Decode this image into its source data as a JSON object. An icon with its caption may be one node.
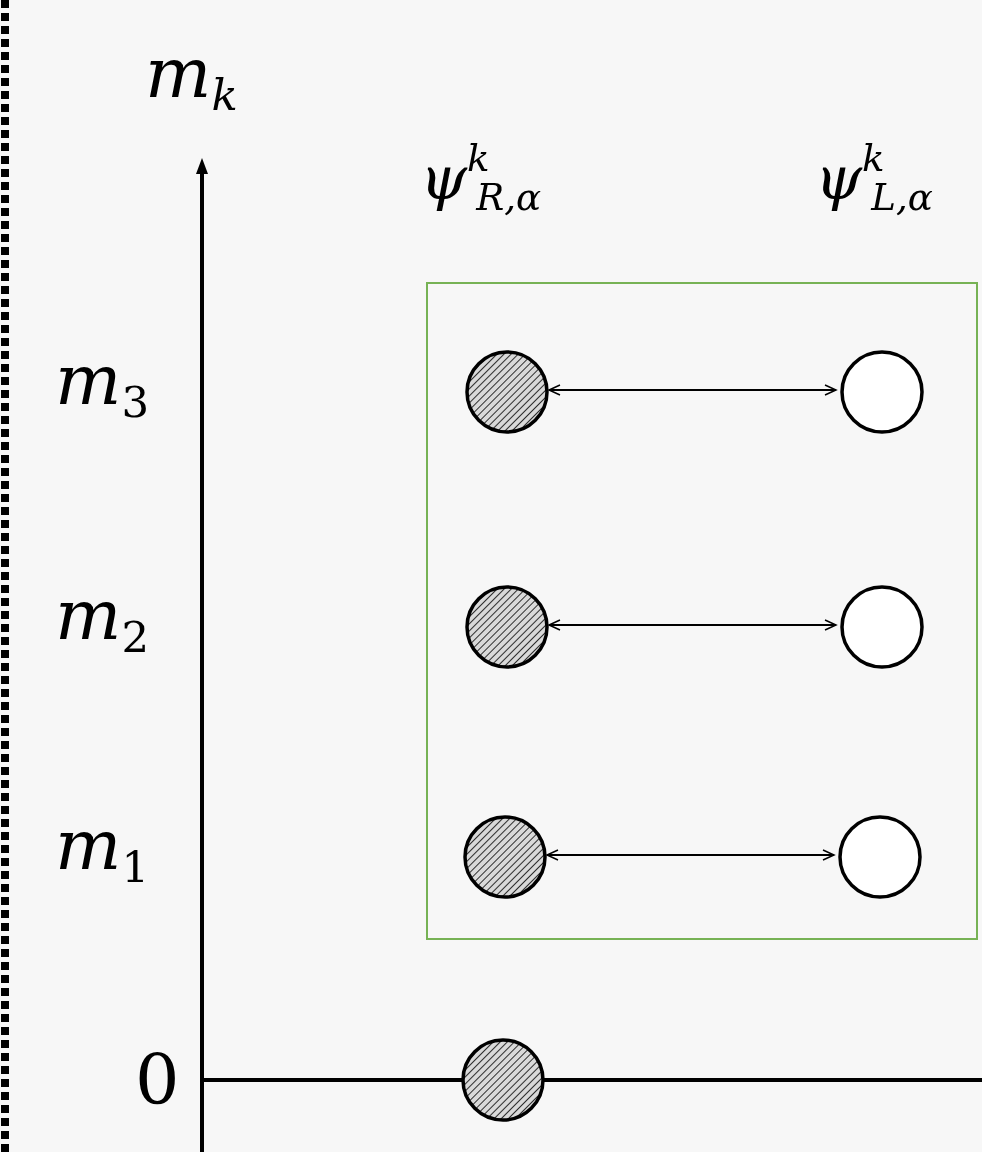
{
  "diagram": {
    "nodes": [
      {
        "text": [],
        "shape": "box"
      },
      {
        "text": [],
        "shape": "circle",
        "in": 0
      },
      {
        "text": [],
        "shape": "circle",
        "in": 0
      },
      {
        "text": [],
        "shape": "circle",
        "in": 0
      },
      {
        "text": [],
        "shape": "circle",
        "in": 0
      },
      {
        "text": [],
        "shape": "circle",
        "in": 0
      },
      {
        "text": [],
        "shape": "circle",
        "in": 0
      },
      {
        "text": [],
        "shape": "circle"
      }
    ],
    "edges": [
      {
        "from": 1,
        "to": 2,
        "arrow": "both"
      },
      {
        "from": 3,
        "to": 4,
        "arrow": "both"
      },
      {
        "from": 5,
        "to": 6,
        "arrow": "both"
      }
    ],
    "labels": [
      "m$_{k}$",
      "ψ$^{k}$$_{R,α}$",
      "ψ$^{k}$$_{L,α}$",
      "m$_{3}$",
      "m$_{2}$",
      "m$_{1}$",
      "0"
    ]
  }
}
